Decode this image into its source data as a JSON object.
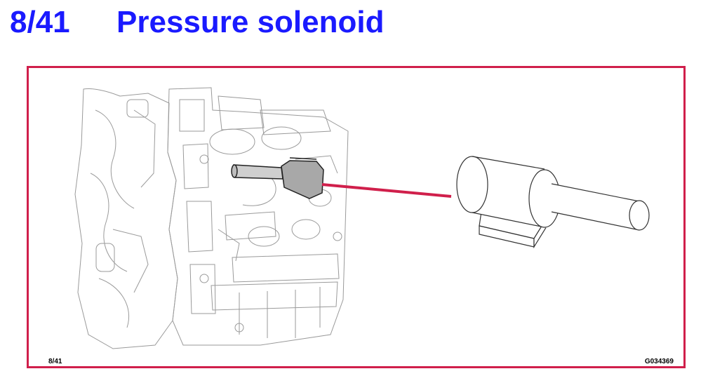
{
  "header": {
    "slide_number": "8/41",
    "title": "Pressure solenoid"
  },
  "figure": {
    "caption_left": "8/41",
    "caption_right": "G034369",
    "frame_color": "#d01f4b",
    "pointer_color": "#d01f4b",
    "title_color": "#1a1aff"
  }
}
